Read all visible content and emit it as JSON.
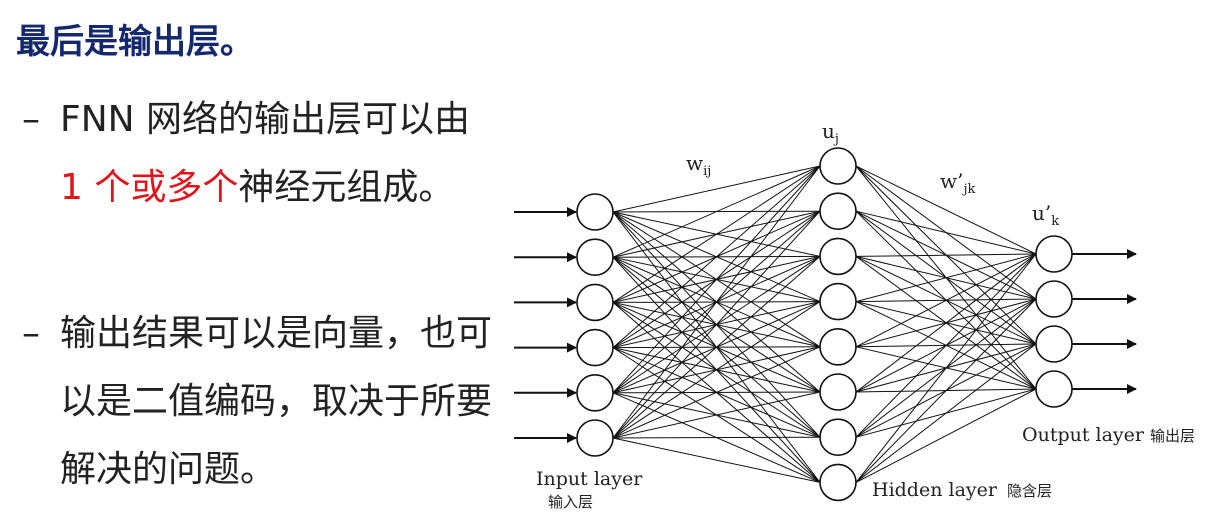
{
  "title": "最后是输出层。",
  "bullets": [
    {
      "dash": "–",
      "text_before": "FNN 网络的输出层可以由 ",
      "highlight": "1 个或多个",
      "text_after": "神经元组成。",
      "highlight_color": "#e0141c"
    },
    {
      "dash": "–",
      "text": "输出结果可以是向量，也可以是二值编码，取决于所要解决的问题。"
    }
  ],
  "diagram": {
    "weight_label_1": "w",
    "weight_label_1_sub": "ij",
    "weight_label_2": "w’",
    "weight_label_2_sub": "jk",
    "hidden_node_label": "u",
    "hidden_node_label_sub": "j",
    "output_node_label": "u’",
    "output_node_label_sub": "k",
    "input_layer_label": "Input layer",
    "input_layer_label_cn": "输入层",
    "hidden_layer_label": "Hidden layer",
    "hidden_layer_label_cn": "隐含层",
    "output_layer_label": "Output layer",
    "output_layer_label_cn": "输出层",
    "input_count": 6,
    "hidden_count": 8,
    "output_count": 4
  }
}
